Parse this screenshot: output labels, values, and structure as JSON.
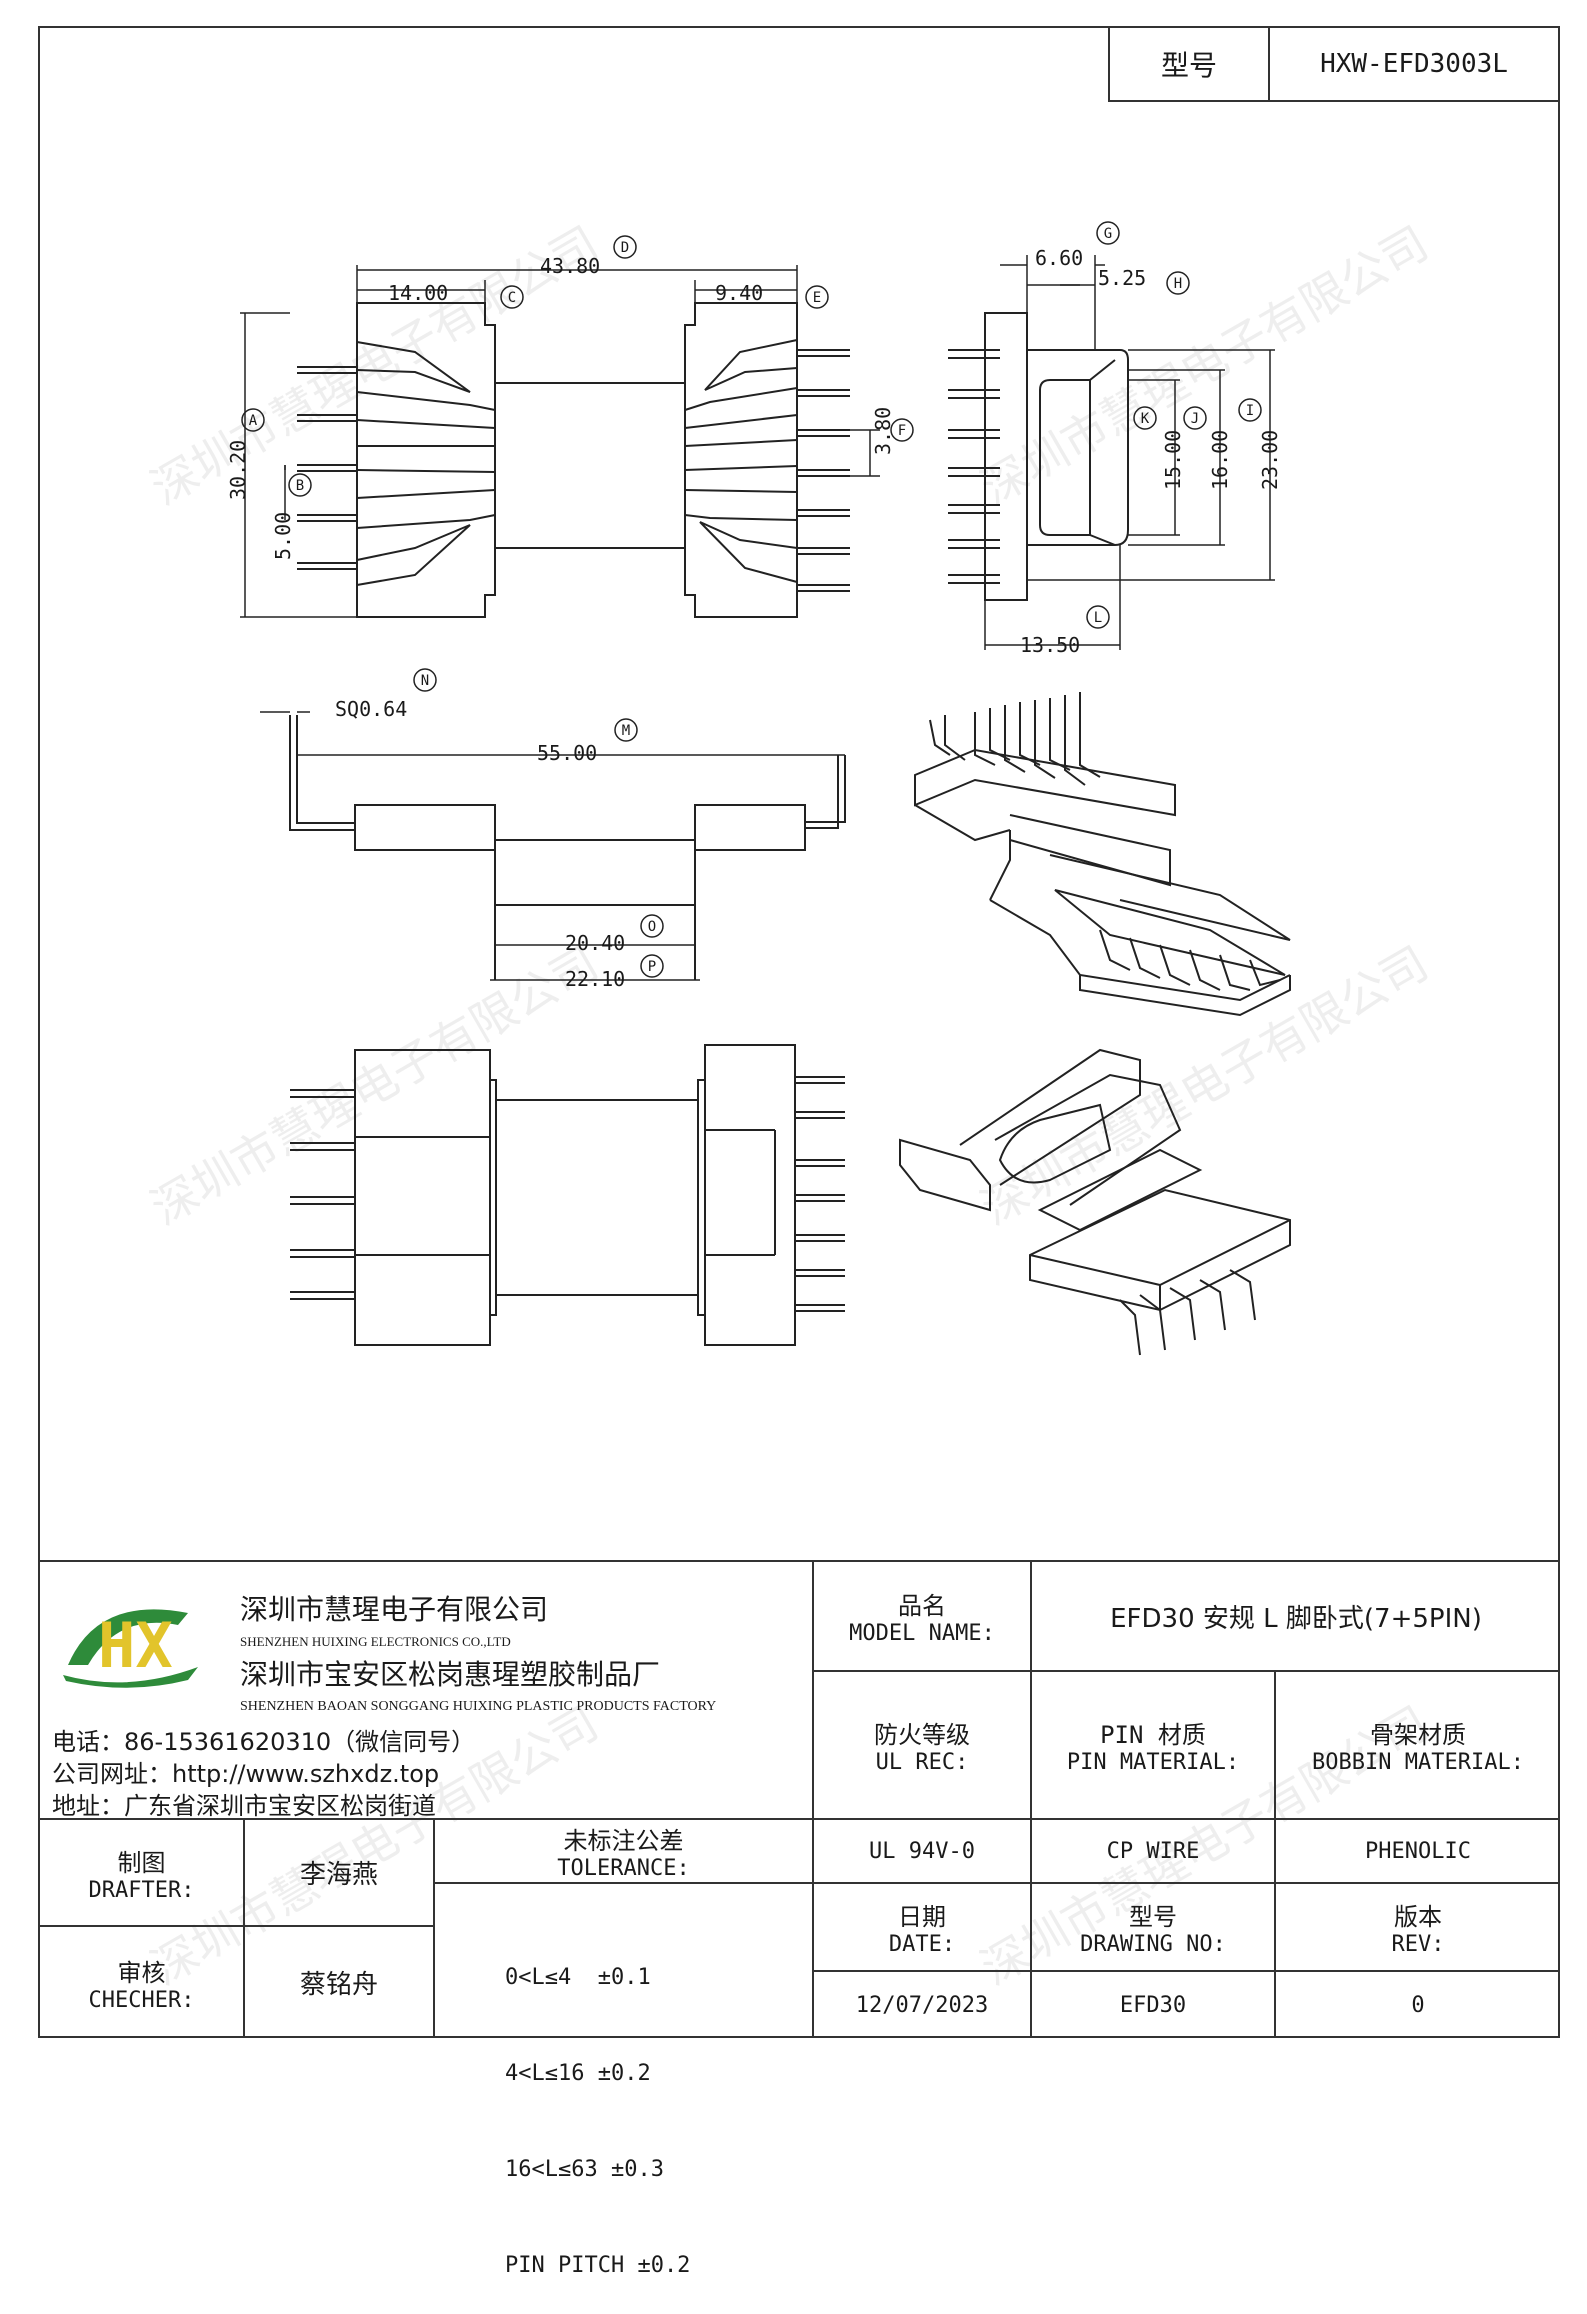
{
  "model_label": "型号",
  "model_value": "HXW-EFD3003L",
  "watermark": "深圳市慧瑆电子有限公司",
  "dims": {
    "d43_80": "43.80",
    "d14_00": "14.00",
    "d9_40": "9.40",
    "d3_80": "3.80",
    "d30_20": "30.20",
    "d5_00": "5.00",
    "d6_60": "6.60",
    "d5_25": "5.25",
    "d15_00": "15.00",
    "d16_00": "16.00",
    "d23_00": "23.00",
    "d13_50": "13.50",
    "sq": "SQ0.64",
    "d55_00": "55.00",
    "d20_40": "20.40",
    "d22_10": "22.10"
  },
  "callouts": {
    "a": "A",
    "b": "B",
    "c": "C",
    "d": "D",
    "e": "E",
    "f": "F",
    "g": "G",
    "h": "H",
    "i": "I",
    "j": "J",
    "k": "K",
    "l": "L",
    "m": "M",
    "n": "N",
    "o": "O",
    "p": "P"
  },
  "company": {
    "logo_text": "HX",
    "name_cn": "深圳市慧瑆电子有限公司",
    "name_en": "SHENZHEN HUIXING ELECTRONICS CO.,LTD",
    "factory_cn": "深圳市宝安区松岗惠瑆塑胶制品厂",
    "factory_en": "SHENZHEN BAOAN SONGGANG HUIXING PLASTIC PRODUCTS FACTORY",
    "phone": "电话：86-15361620310（微信同号）",
    "website": "公司网址：http://www.szhxdz.top",
    "address": "地址：广东省深圳市宝安区松岗街道"
  },
  "title_block": {
    "model_name_cn": "品名",
    "model_name_en": "MODEL NAME:",
    "model_name_value": "EFD30 安规 L 脚卧式(7+5PIN)",
    "fire_cn": "防火等级",
    "fire_en": "UL REC:",
    "pin_cn": "PIN 材质",
    "pin_en": "PIN MATERIAL:",
    "bobbin_cn": "骨架材质",
    "bobbin_en": "BOBBIN MATERIAL:",
    "drafter_cn": "制图",
    "drafter_en": "DRAFTER:",
    "drafter_name": "李海燕",
    "tolerance_cn": "未标注公差",
    "tolerance_en": "TOLERANCE:",
    "fire_value": "UL 94V-0",
    "pin_value": "CP WIRE",
    "bobbin_value": "PHENOLIC",
    "checker_cn": "审核",
    "checker_en": "CHECHER:",
    "checker_name": "蔡铭舟",
    "tol1": "0<L≤4  ±0.1",
    "tol2": "4<L≤16 ±0.2",
    "tol3": "16<L≤63 ±0.3",
    "tol4": "PIN PITCH ±0.2",
    "date_cn": "日期",
    "date_en": "DATE:",
    "drawing_cn": "型号",
    "drawing_en": "DRAWING NO:",
    "rev_cn": "版本",
    "rev_en": "REV:",
    "date_value": "12/07/2023",
    "drawing_value": "EFD30",
    "rev_value": "0"
  }
}
